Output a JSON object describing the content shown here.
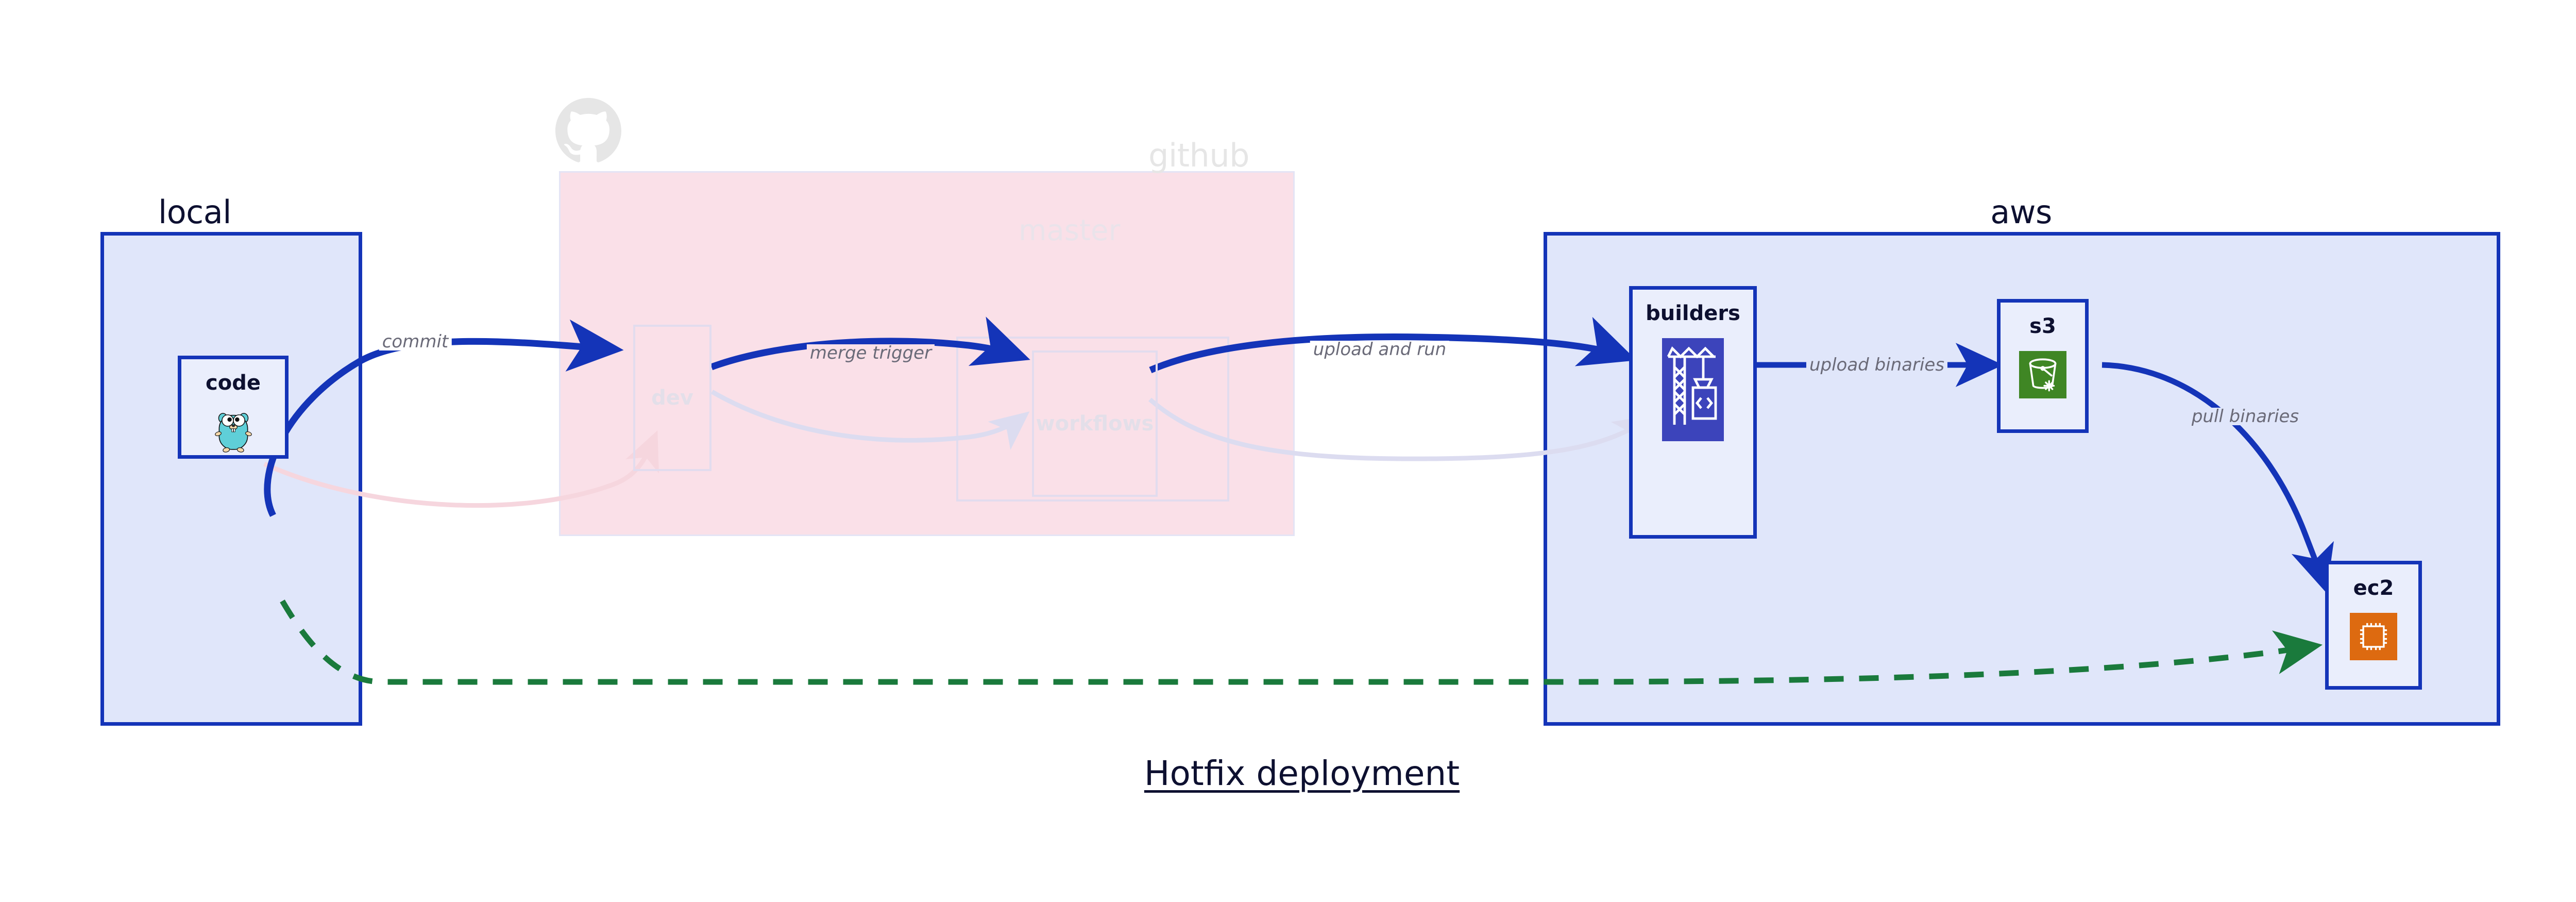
{
  "diagram": {
    "title": "Hotfix deployment",
    "colors": {
      "solid_border": "#1434b8",
      "solid_fill": "#e0e6fa",
      "node_fill": "#eaeefc",
      "github_fill": "#fae0e8",
      "github_border": "#e4e4f5",
      "ghost_border": "#e2dcee",
      "ghost_text": "#e3dfe9",
      "edge_blue": "#1434b8",
      "edge_green": "#1a7a3c",
      "label_gray": "#6a6a78",
      "title_navy": "#0d1030",
      "faded_title": "#e6e6e6",
      "builders_icon": "#3c44bb",
      "s3_icon": "#3f8624",
      "ec2_icon": "#dd6a10",
      "gopher_body": "#5fcfd8"
    }
  },
  "groups": [
    {
      "id": "local",
      "label": "local",
      "state": "active"
    },
    {
      "id": "github",
      "label": "github",
      "state": "faded"
    },
    {
      "id": "aws",
      "label": "aws",
      "state": "active"
    }
  ],
  "subgroups": [
    {
      "id": "master",
      "label": "master",
      "parent": "github",
      "state": "faded"
    }
  ],
  "nodes": [
    {
      "id": "code",
      "label": "code",
      "group": "local",
      "icon": "go-gopher-icon",
      "state": "active"
    },
    {
      "id": "dev",
      "label": "dev",
      "group": "github",
      "icon": null,
      "state": "faded"
    },
    {
      "id": "workflows",
      "label": "workflows",
      "group": "master",
      "icon": null,
      "state": "faded"
    },
    {
      "id": "builders",
      "label": "builders",
      "group": "aws",
      "icon": "aws-codebuild-icon",
      "state": "active"
    },
    {
      "id": "s3",
      "label": "s3",
      "group": "aws",
      "icon": "aws-s3-glacier-icon",
      "state": "active"
    },
    {
      "id": "ec2",
      "label": "ec2",
      "group": "aws",
      "icon": "aws-ec2-chip-icon",
      "state": "active"
    }
  ],
  "edges": [
    {
      "id": "commit",
      "from": "code",
      "to": "dev",
      "label": "commit",
      "style": "solid-blue",
      "state": "active"
    },
    {
      "id": "merge-trigger",
      "from": "dev",
      "to": "workflows",
      "label": "merge trigger",
      "style": "solid-blue",
      "state": "active"
    },
    {
      "id": "upload-and-run",
      "from": "workflows",
      "to": "builders",
      "label": "upload and run",
      "style": "solid-blue",
      "state": "active"
    },
    {
      "id": "upload-binaries",
      "from": "builders",
      "to": "s3",
      "label": "upload binaries",
      "style": "solid-blue",
      "state": "active"
    },
    {
      "id": "pull-binaries",
      "from": "s3",
      "to": "ec2",
      "label": "pull binaries",
      "style": "solid-blue",
      "state": "active"
    },
    {
      "id": "hotfix-direct",
      "from": "code",
      "to": "ec2",
      "label": "",
      "style": "dashed-green",
      "state": "active"
    },
    {
      "id": "code-to-dev-faded",
      "from": "code",
      "to": "dev",
      "label": "",
      "style": "faded-pink",
      "state": "faded"
    },
    {
      "id": "dev-to-workflows-faded",
      "from": "dev",
      "to": "workflows",
      "label": "",
      "style": "faded-blue",
      "state": "faded"
    },
    {
      "id": "workflows-to-builders-faded",
      "from": "workflows",
      "to": "builders",
      "label": "",
      "style": "faded-blue",
      "state": "faded"
    }
  ],
  "icons": {
    "github": "github-octocat-icon"
  }
}
